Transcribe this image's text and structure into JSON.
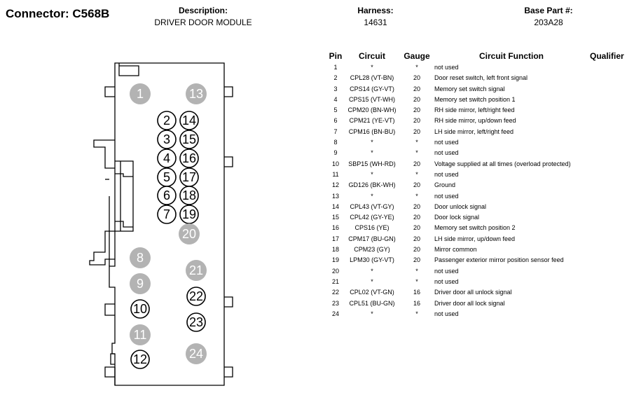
{
  "connector": {
    "title": "Connector: C568B"
  },
  "header": {
    "description_label": "Description:",
    "description_value": "DRIVER DOOR MODULE",
    "harness_label": "Harness:",
    "harness_value": "14631",
    "base_part_label": "Base Part #:",
    "base_part_value": "203A28"
  },
  "table": {
    "columns": {
      "pin": "Pin",
      "circuit": "Circuit",
      "gauge": "Gauge",
      "function": "Circuit Function",
      "qualifier": "Qualifier"
    },
    "rows": [
      {
        "pin": "1",
        "circuit": "*",
        "gauge": "*",
        "function": "not used"
      },
      {
        "pin": "2",
        "circuit": "CPL28 (VT-BN)",
        "gauge": "20",
        "function": "Door reset switch, left front signal"
      },
      {
        "pin": "3",
        "circuit": "CPS14 (GY-VT)",
        "gauge": "20",
        "function": "Memory set switch signal"
      },
      {
        "pin": "4",
        "circuit": "CPS15 (VT-WH)",
        "gauge": "20",
        "function": "Memory set switch position 1"
      },
      {
        "pin": "5",
        "circuit": "CPM20 (BN-WH)",
        "gauge": "20",
        "function": "RH side mirror, left/right feed"
      },
      {
        "pin": "6",
        "circuit": "CPM21 (YE-VT)",
        "gauge": "20",
        "function": "RH side mirror, up/down feed"
      },
      {
        "pin": "7",
        "circuit": "CPM16 (BN-BU)",
        "gauge": "20",
        "function": "LH side mirror, left/right feed"
      },
      {
        "pin": "8",
        "circuit": "*",
        "gauge": "*",
        "function": "not used"
      },
      {
        "pin": "9",
        "circuit": "*",
        "gauge": "*",
        "function": "not used"
      },
      {
        "pin": "10",
        "circuit": "SBP15 (WH-RD)",
        "gauge": "20",
        "function": "Voltage supplied at all times (overload protected)"
      },
      {
        "pin": "11",
        "circuit": "*",
        "gauge": "*",
        "function": "not used"
      },
      {
        "pin": "12",
        "circuit": "GD126 (BK-WH)",
        "gauge": "20",
        "function": "Ground"
      },
      {
        "pin": "13",
        "circuit": "*",
        "gauge": "*",
        "function": "not used"
      },
      {
        "pin": "14",
        "circuit": "CPL43 (VT-GY)",
        "gauge": "20",
        "function": "Door unlock signal"
      },
      {
        "pin": "15",
        "circuit": "CPL42 (GY-YE)",
        "gauge": "20",
        "function": "Door lock signal"
      },
      {
        "pin": "16",
        "circuit": "CPS16 (YE)",
        "gauge": "20",
        "function": "Memory set switch position 2"
      },
      {
        "pin": "17",
        "circuit": "CPM17 (BU-GN)",
        "gauge": "20",
        "function": "LH side mirror, up/down feed"
      },
      {
        "pin": "18",
        "circuit": "CPM23 (GY)",
        "gauge": "20",
        "function": "Mirror common"
      },
      {
        "pin": "19",
        "circuit": "LPM30 (GY-VT)",
        "gauge": "20",
        "function": "Passenger exterior mirror position sensor feed"
      },
      {
        "pin": "20",
        "circuit": "*",
        "gauge": "*",
        "function": "not used"
      },
      {
        "pin": "21",
        "circuit": "*",
        "gauge": "*",
        "function": "not used"
      },
      {
        "pin": "22",
        "circuit": "CPL02 (VT-GN)",
        "gauge": "16",
        "function": "Driver door all unlock signal"
      },
      {
        "pin": "23",
        "circuit": "CPL51 (BU-GN)",
        "gauge": "16",
        "function": "Driver door all lock signal"
      },
      {
        "pin": "24",
        "circuit": "*",
        "gauge": "*",
        "function": "not used"
      }
    ]
  },
  "pins": [
    {
      "label": "1",
      "used": false
    },
    {
      "label": "13",
      "used": false
    },
    {
      "label": "2",
      "used": true
    },
    {
      "label": "14",
      "used": true
    },
    {
      "label": "3",
      "used": true
    },
    {
      "label": "15",
      "used": true
    },
    {
      "label": "4",
      "used": true
    },
    {
      "label": "16",
      "used": true
    },
    {
      "label": "5",
      "used": true
    },
    {
      "label": "17",
      "used": true
    },
    {
      "label": "6",
      "used": true
    },
    {
      "label": "18",
      "used": true
    },
    {
      "label": "7",
      "used": true
    },
    {
      "label": "19",
      "used": true
    },
    {
      "label": "20",
      "used": false
    },
    {
      "label": "8",
      "used": false
    },
    {
      "label": "21",
      "used": false
    },
    {
      "label": "9",
      "used": false
    },
    {
      "label": "22",
      "used": true
    },
    {
      "label": "10",
      "used": true
    },
    {
      "label": "23",
      "used": true
    },
    {
      "label": "11",
      "used": false
    },
    {
      "label": "24",
      "used": false
    },
    {
      "label": "12",
      "used": true
    }
  ],
  "colors": {
    "unused_pin_fill": "#b3b3b3",
    "outline": "#000000"
  }
}
